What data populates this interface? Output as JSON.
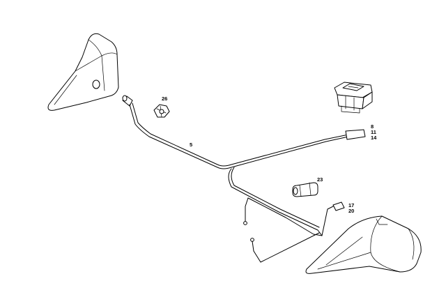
{
  "callouts": {
    "c5": "5",
    "c8": "8",
    "c11": "11",
    "c14": "14",
    "c17": "17",
    "c20": "20",
    "c23": "23",
    "c26": "26"
  }
}
